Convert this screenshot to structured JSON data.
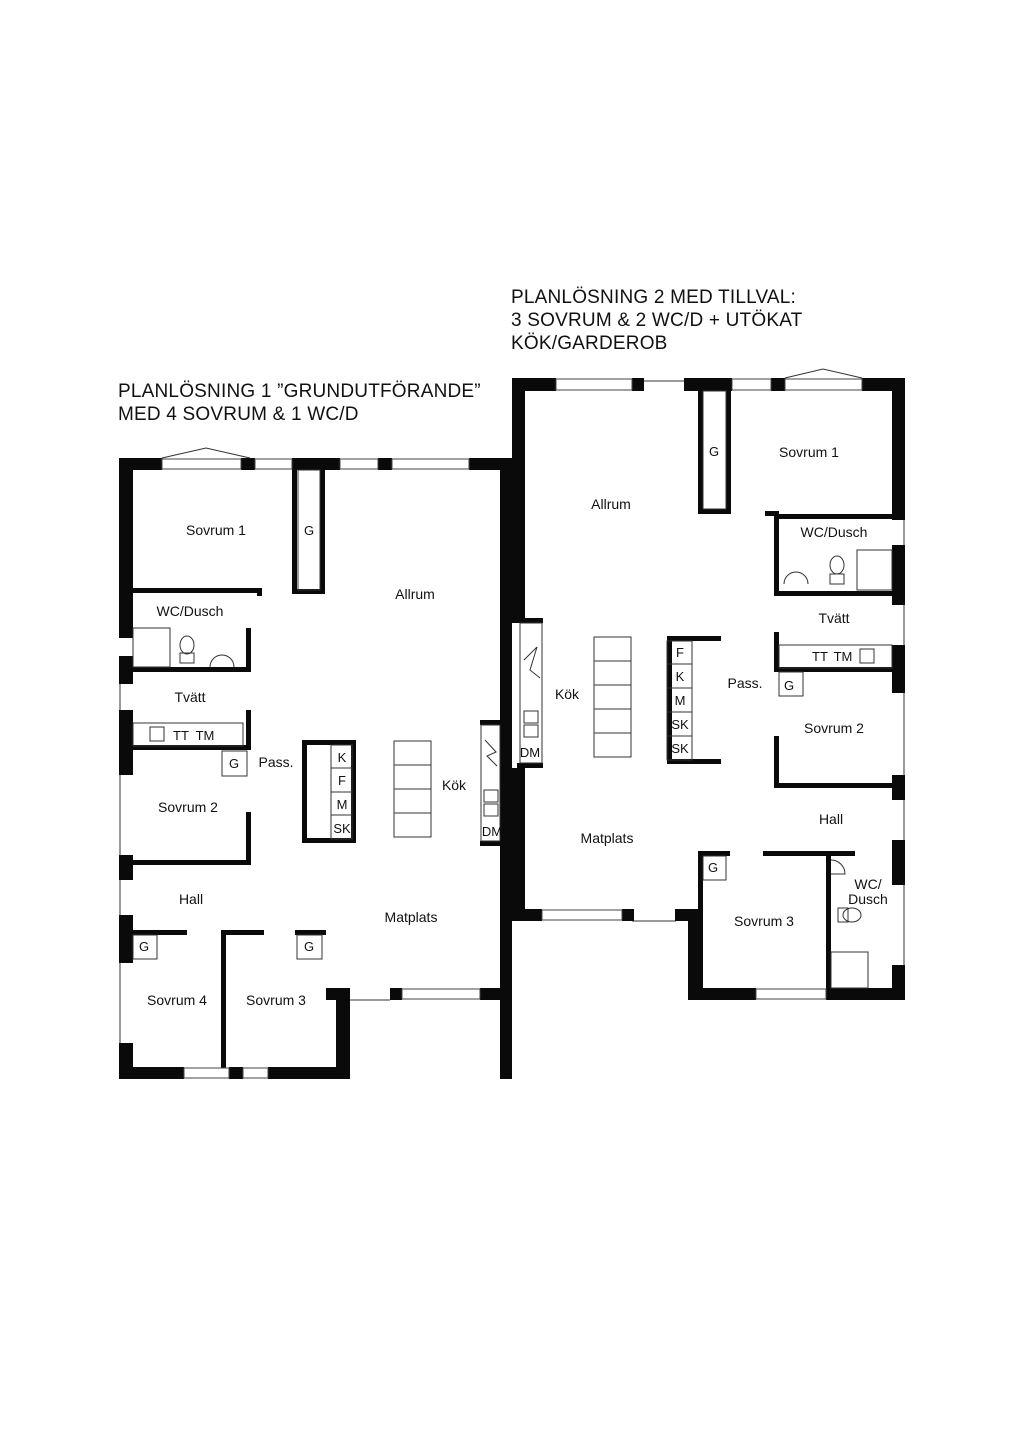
{
  "plan1": {
    "title_line1": "PLANLÖSNING 1 ”GRUNDUTFÖRANDE”",
    "title_line2": "MED 4 SOVRUM & 1 WC/D",
    "rooms": {
      "sovrum1": "Sovrum 1",
      "sovrum2": "Sovrum 2",
      "sovrum3": "Sovrum 3",
      "sovrum4": "Sovrum 4",
      "wc": "WC/Dusch",
      "tvatt": "Tvätt",
      "hall": "Hall",
      "pass": "Pass.",
      "allrum": "Allrum",
      "kok": "Kök",
      "matplats": "Matplats"
    },
    "fixtures": {
      "g": "G",
      "tt": "TT",
      "tm": "TM",
      "k": "K",
      "f": "F",
      "m": "M",
      "sk": "SK",
      "dm": "DM"
    }
  },
  "plan2": {
    "title_line1": "PLANLÖSNING 2 MED TILLVAL:",
    "title_line2": "3 SOVRUM & 2 WC/D + UTÖKAT",
    "title_line3": "KÖK/GARDEROB",
    "rooms": {
      "sovrum1": "Sovrum 1",
      "sovrum2": "Sovrum 2",
      "sovrum3": "Sovrum 3",
      "wc1": "WC/Dusch",
      "wc2_line1": "WC/",
      "wc2_line2": "Dusch",
      "tvatt": "Tvätt",
      "hall": "Hall",
      "pass": "Pass.",
      "allrum": "Allrum",
      "kok": "Kök",
      "matplats": "Matplats"
    },
    "fixtures": {
      "g": "G",
      "tt": "TT",
      "tm": "TM",
      "f": "F",
      "k": "K",
      "m": "M",
      "sk": "SK",
      "dm": "DM"
    }
  }
}
